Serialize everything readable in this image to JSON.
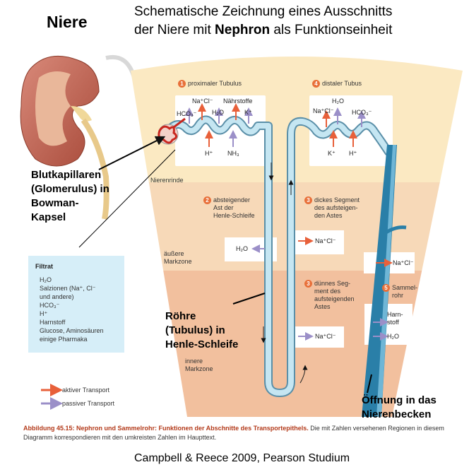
{
  "titles": {
    "left": "Niere",
    "right_line1": "Schematische Zeichnung eines Ausschnitts",
    "right_line2_pre": "der Niere mit ",
    "right_line2_bold": "Nephron",
    "right_line2_post": " als Funktionseinheit"
  },
  "regions": {
    "cortex": "Nierenrinde",
    "outer_medulla_1": "äußere",
    "outer_medulla_2": "Markzone",
    "inner_medulla_1": "innere",
    "inner_medulla_2": "Markzone"
  },
  "sections": {
    "s1_num": "1",
    "s1": "proximaler Tubulus",
    "s2_num": "2",
    "s2_1": "absteigender",
    "s2_2": "Ast der",
    "s2_3": "Henle-Schleife",
    "s3_num": "3",
    "s3a_1": "dickes Segment",
    "s3a_2": "des aufsteigen-",
    "s3a_3": "den Astes",
    "s3b_num": "3",
    "s3b_1": "dünnes Seg-",
    "s3b_2": "ment des",
    "s3b_3": "aufsteigenden",
    "s3b_4": "Astes",
    "s4_num": "4",
    "s4": "distaler Tubus",
    "s5_num": "5",
    "s5_1": "Sammel-",
    "s5_2": "rohr"
  },
  "ions": {
    "p_nacl": "Na⁺Cl⁻",
    "p_naehr": "Nährstoffe",
    "p_hco3": "HCO₃⁻",
    "p_h2o": "H₂O",
    "p_k": "K⁺",
    "p_h": "H⁺",
    "p_nh3": "NH₃",
    "d_h2o": "H₂O",
    "d_nacl": "Na⁺Cl⁻",
    "d_hco3": "HCO₃⁻",
    "d_k": "K⁺",
    "d_h": "H⁺",
    "desc_h2o": "H₂O",
    "thick_nacl": "Na⁺Cl⁻",
    "coll_nacl": "Na⁺Cl⁻",
    "thin_nacl": "Na⁺Cl⁻",
    "urea_1": "Harn-",
    "urea_2": "stoff",
    "coll_h2o": "H₂O"
  },
  "callouts": {
    "glom_1": "Blutkapillaren",
    "glom_2": "(Glomerulus) in",
    "glom_3": "Bowman-",
    "glom_4": "Kapsel",
    "tub_1": "Röhre",
    "tub_2": "(Tubulus) in",
    "tub_3": "Henle-Schleife",
    "open_1": "Öffnung in das",
    "open_2": "Nierenbecken"
  },
  "filtrat": {
    "title": "Filtrat",
    "lines": [
      "H₂O",
      "Salzionen (Na⁺, Cl⁻",
      "und andere)",
      "HCO₃⁻",
      "H⁺",
      "Harnstoff",
      "Glucose, Aminosäuren",
      "einige Pharmaka"
    ]
  },
  "legend": {
    "active": "aktiver Transport",
    "passive": "passiver Transport"
  },
  "caption": {
    "bold": "Abbildung 45.15:  Nephron und Sammelrohr: Funktionen der Abschnitte des Transportepithels.",
    "rest": " Die mit Zahlen versehenen Regionen in diesem Diagramm korrespondieren mit den umkreisten Zahlen im Haupttext."
  },
  "footer": "Campbell & Reece 2009, Pearson Studium",
  "colors": {
    "active": "#e8603a",
    "passive": "#9b8fc8",
    "tubule": "#9ccde0",
    "collecting": "#2a7fa8"
  }
}
